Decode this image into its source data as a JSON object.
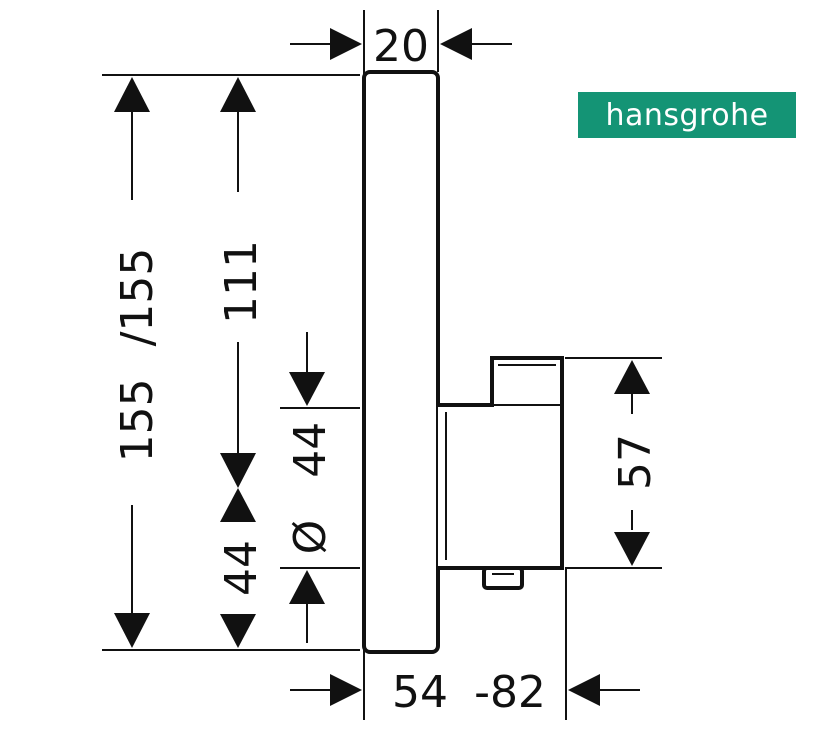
{
  "brand": {
    "name": "hansgrohe",
    "color": "#149475"
  },
  "dimensions": {
    "depth_top": "20",
    "height_total": "155",
    "height_alt": "/155",
    "height_upper": "111",
    "dia_upper": "44",
    "dia_symbol": "Ø",
    "dia_lower": "44",
    "body_height": "57",
    "depth_min": "54",
    "depth_max": "-82"
  }
}
